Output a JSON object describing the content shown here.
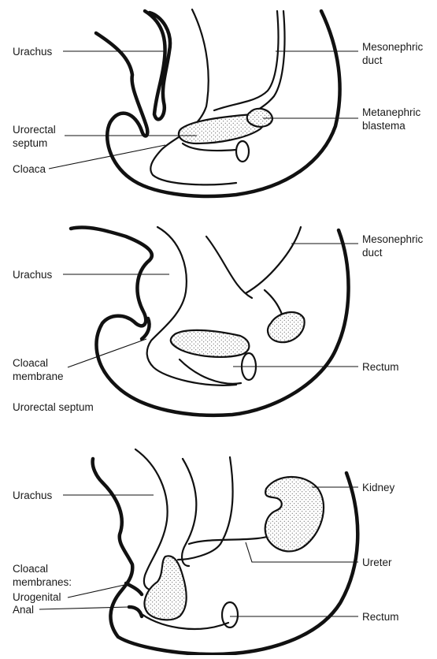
{
  "panels": [
    {
      "labels": {
        "urachus": "Urachus",
        "mesonephric_duct": [
          "Mesonephric",
          "duct"
        ],
        "urorectal_septum": [
          "Urorectal",
          "septum"
        ],
        "metanephric_blastema": [
          "Metanephric",
          "blastema"
        ],
        "cloaca": "Cloaca"
      }
    },
    {
      "labels": {
        "urachus": "Urachus",
        "mesonephric_duct": [
          "Mesonephric",
          "duct"
        ],
        "cloacal_membrane": [
          "Cloacal",
          "membrane"
        ],
        "rectum": "Rectum",
        "urorectal_septum": "Urorectal septum"
      }
    },
    {
      "labels": {
        "urachus": "Urachus",
        "kidney": "Kidney",
        "cloacal_membranes": [
          "Cloacal",
          "membranes:"
        ],
        "urogenital": "Urogenital",
        "anal": "Anal",
        "ureter": "Ureter",
        "rectum": "Rectum"
      }
    }
  ]
}
